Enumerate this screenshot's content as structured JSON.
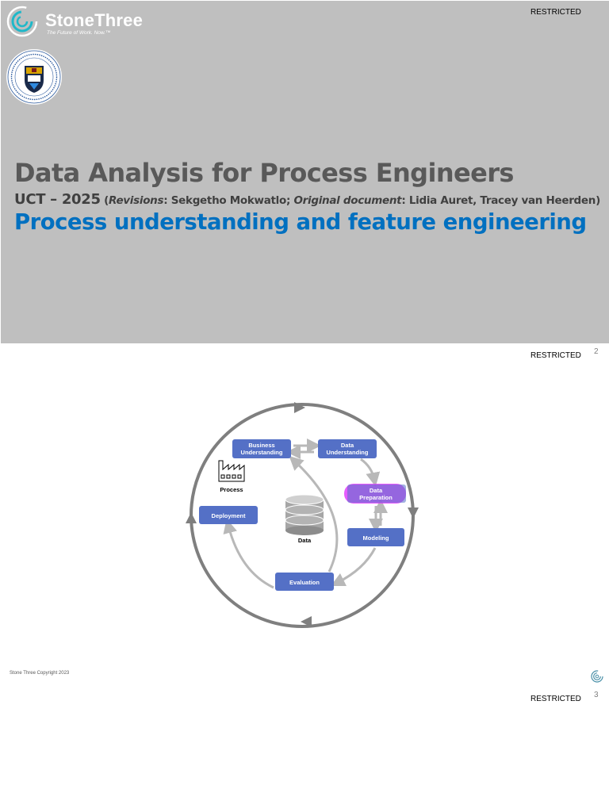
{
  "slide1": {
    "logo": {
      "name": "StoneThree",
      "tagline": "The Future of Work. Now.™",
      "mark_icon": "stonethree-swirl-icon"
    },
    "restricted": "RESTRICTED",
    "seal_icon": "uct-crest-icon",
    "title": "Data Analysis for Process Engineers",
    "subtitle": {
      "main": "UCT – 2025",
      "open_paren": " (",
      "revisions_label": "Revisions",
      "revisions_text": ": Sekgetho Mokwatlo; ",
      "original_label": "Original document",
      "original_text": ": Lidia Auret, Tracey van Heerden)"
    },
    "topic": "Process understanding and feature engineering",
    "colors": {
      "background": "#bfbfbf",
      "title": "#595959",
      "topic": "#0070c0"
    }
  },
  "slide2": {
    "restricted": "RESTRICTED",
    "page_number": "2",
    "diagram": {
      "nodes": {
        "business_understanding": [
          "Business",
          "Understanding"
        ],
        "data_understanding": [
          "Data",
          "Understanding"
        ],
        "data_preparation": [
          "Data",
          "Preparation"
        ],
        "modeling": "Modeling",
        "evaluation": "Evaluation",
        "deployment": "Deployment",
        "data": "Data",
        "process": "Process"
      },
      "colors": {
        "box": "#5470c6",
        "highlight": "#e040fb",
        "ring": "#7f7f7f",
        "arrow": "#c0c0c0"
      }
    },
    "footer": "Stone Three Copyright 2023",
    "footer_icon": "stonethree-swirl-icon"
  },
  "slide3": {
    "restricted": "RESTRICTED",
    "page_number": "3"
  }
}
